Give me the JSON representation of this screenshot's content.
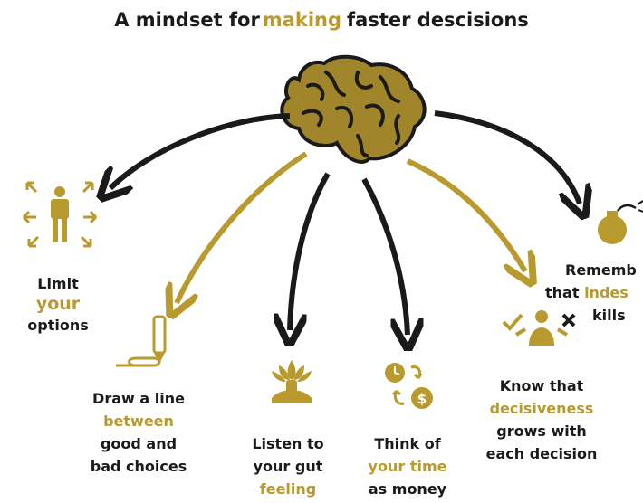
{
  "title": {
    "prefix": "A mindset for",
    "highlight": "making",
    "suffix": "faster descisions"
  },
  "colors": {
    "gold": "#b89a2e",
    "dark": "#1a1a1a",
    "brain": "#a0852a"
  },
  "center_icon": "brain-icon",
  "tips": [
    {
      "icon": "arrows-out-person-icon",
      "lines": [
        "Limit"
      ],
      "highlight": "your",
      "after": [
        "options"
      ]
    },
    {
      "icon": "pencil-line-icon",
      "lines": [
        "Draw a line"
      ],
      "highlight": "between",
      "after": [
        "good and",
        "bad choices"
      ]
    },
    {
      "icon": "meditation-icon",
      "lines": [
        "Listen to",
        "your gut"
      ],
      "highlight": "feeling",
      "after": []
    },
    {
      "icon": "clock-money-icon",
      "lines": [
        "Think of"
      ],
      "highlight": "your time",
      "after": [
        "as money"
      ]
    },
    {
      "icon": "check-cross-person-icon",
      "lines": [
        "Know that"
      ],
      "highlight": "decisiveness",
      "after": [
        "grows with",
        "each decision"
      ]
    },
    {
      "icon": "bomb-icon",
      "lines": [
        "Rememb"
      ],
      "highlight_prefix": "that",
      "highlight": "indes",
      "after": [
        "kills"
      ]
    }
  ]
}
